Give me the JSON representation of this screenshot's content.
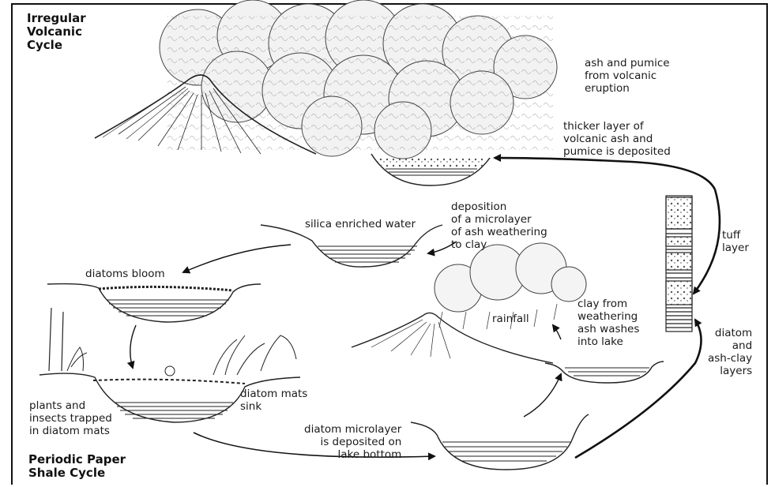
{
  "titles": {
    "top": "Irregular\nVolcanic\nCycle",
    "bottom": "Periodic Paper\nShale Cycle"
  },
  "labels": {
    "ash_pumice": "ash and pumice\nfrom volcanic\neruption",
    "thicker_layer": "thicker layer of\nvolcanic ash and\npumice is deposited",
    "silica_water": "silica enriched water",
    "deposition_microlayer": "deposition\nof a microlayer\nof ash weathering\nto clay",
    "diatoms_bloom": "diatoms bloom",
    "tuff_layer": "tuff\nlayer",
    "clay_weathering": "clay from\nweathering\nash washes\ninto lake",
    "rainfall": "rainfall",
    "diatom_ash_clay": "diatom\nand\nash-clay\nlayers",
    "diatom_mats_sink": "diatom mats\nsink",
    "plants_insects": "plants and\ninsects trapped\nin diatom mats",
    "diatom_microlayer": "diatom microlayer\nis deposited on\nlake bottom"
  }
}
